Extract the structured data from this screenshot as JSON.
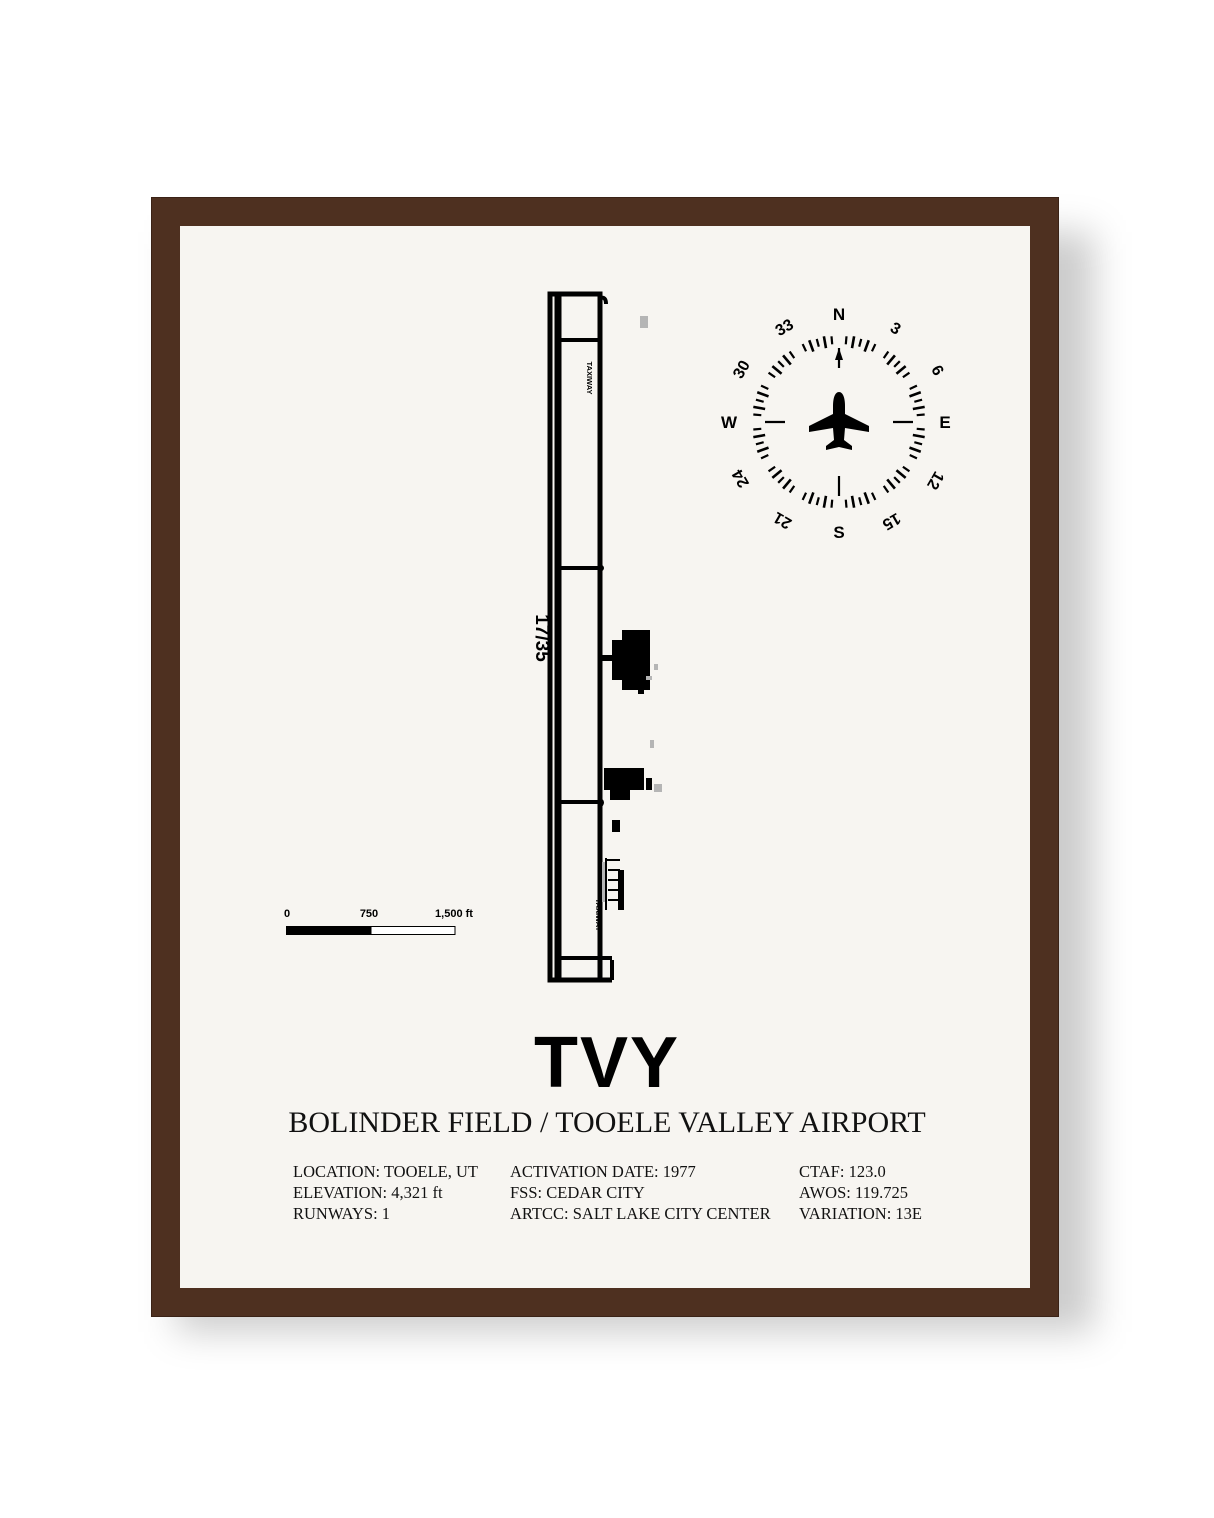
{
  "poster": {
    "code": "TVY",
    "name": "BOLINDER FIELD / TOOELE VALLEY AIRPORT",
    "runway_label": "17/35",
    "taxiway_label": "TAXIWAY",
    "scale_bar": {
      "tick_0": "0",
      "tick_mid": "750",
      "tick_max": "1,500 ft"
    },
    "compass": {
      "cardinal": {
        "n": "N",
        "e": "E",
        "s": "S",
        "w": "W"
      },
      "degrees": {
        "d3": "3",
        "d6": "6",
        "d12": "12",
        "d15": "15",
        "d21": "21",
        "d24": "24",
        "d30": "30",
        "d33": "33"
      },
      "center_icon": "airplane-icon"
    },
    "details": {
      "location": "LOCATION: TOOELE, UT",
      "elevation": "ELEVATION: 4,321 ft",
      "runways": "RUNWAYS: 1",
      "activation": "ACTIVATION DATE: 1977",
      "fss": "FSS: CEDAR CITY",
      "artcc": "ARTCC: SALT LAKE CITY CENTER",
      "ctaf": "CTAF: 123.0",
      "awos": "AWOS: 119.725",
      "variation": "VARIATION: 13E"
    }
  },
  "colors": {
    "frame": "#4e3020",
    "mat": "#f7f5f1",
    "ink": "#000000",
    "building_gray": "#b5b5b5"
  }
}
